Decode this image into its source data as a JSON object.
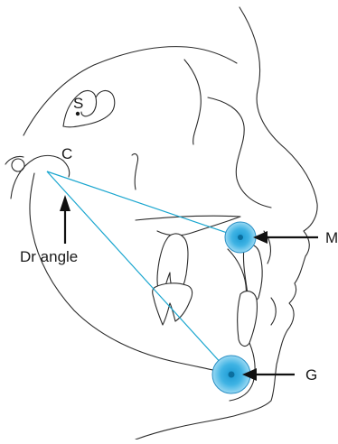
{
  "labels": {
    "s": "S",
    "c": "C",
    "dr_angle": "Dr angle",
    "m": "M",
    "g": "G"
  },
  "colors": {
    "ray": "#1aa6cf",
    "marker_outer": "#5fc3ea",
    "marker_inner": "#1b9ad3",
    "line": "#2b2b2b"
  }
}
